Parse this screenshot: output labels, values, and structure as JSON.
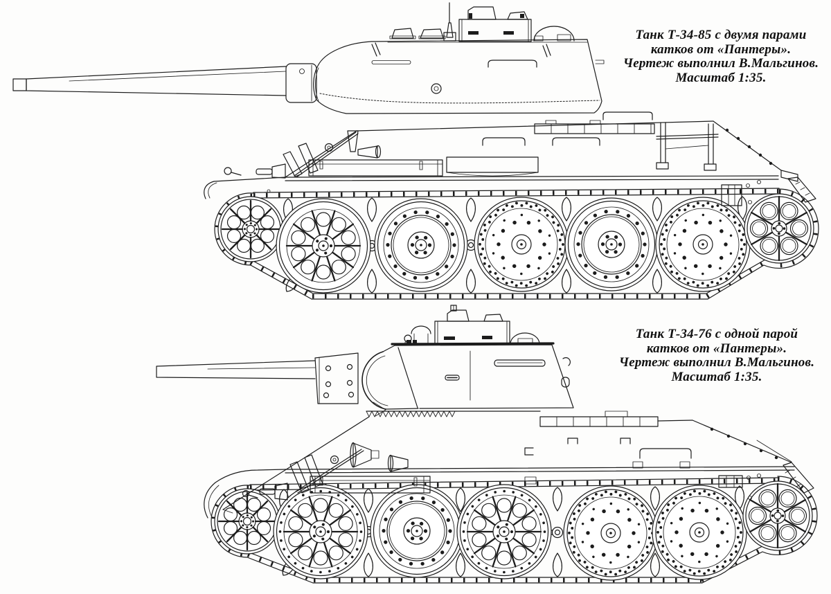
{
  "page": {
    "background": "#fdfdfc",
    "ink": "#1c1c1c",
    "kind": "scale model technical drawing, two side-view tank blueprints"
  },
  "figures": [
    {
      "id": "t34-85",
      "subject": "Танк Т-34-85",
      "caption": {
        "line1": "Танк Т-34-85 с двумя парами",
        "line2": "катков от «Пантеры».",
        "line3": "Чертеж выполнил В.Мальгинов.",
        "line4": "Масштаб 1:35."
      },
      "road_wheels": [
        "spider",
        "panther",
        "perforated-disc",
        "panther",
        "perforated-disc"
      ]
    },
    {
      "id": "t34-76",
      "subject": "Танк Т-34-76",
      "caption": {
        "line1": "Танк Т-34-76 с одной парой",
        "line2": "катков от «Пантеры».",
        "line3": "Чертеж выполнил В.Мальгинов.",
        "line4": "Масштаб 1:35."
      },
      "road_wheels": [
        "spider-perforated",
        "panther",
        "spider-perforated",
        "perforated-disc",
        "perforated-disc"
      ]
    }
  ]
}
